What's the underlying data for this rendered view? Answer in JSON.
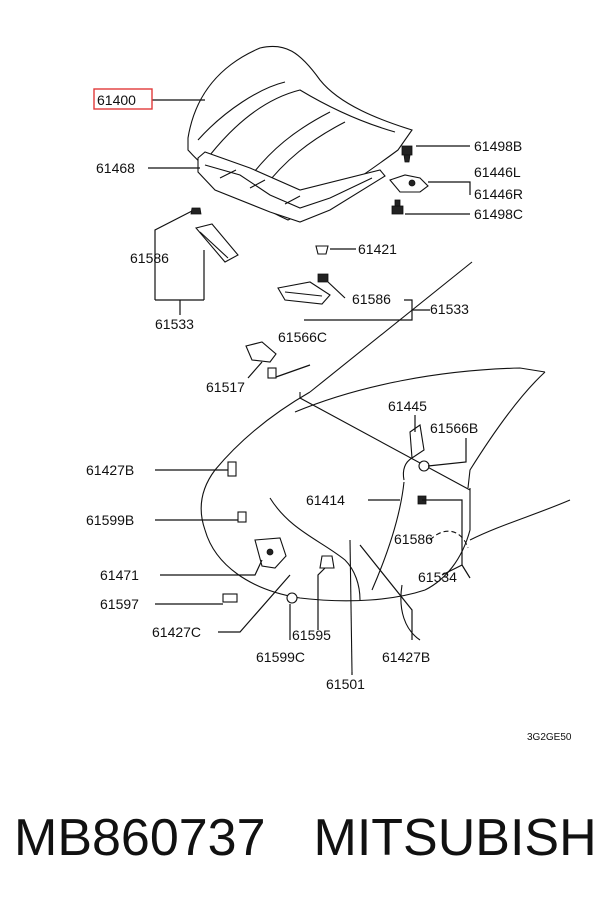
{
  "highlight_color": "#e23a3a",
  "labels": {
    "p61400": "61400",
    "p61468": "61468",
    "p61498B": "61498B",
    "p61446L": "61446L",
    "p61446R": "61446R",
    "p61498C": "61498C",
    "p61421": "61421",
    "p61586_a": "61586",
    "p61533_a": "61533",
    "p61586_b": "61586",
    "p61533_b": "61533",
    "p61566C_a": "61566C",
    "p61517": "61517",
    "p61445": "61445",
    "p61566B": "61566B",
    "p61427B_a": "61427B",
    "p61414": "61414",
    "p61599B": "61599B",
    "p61586_c": "61586",
    "p61471": "61471",
    "p61534": "61534",
    "p61597": "61597",
    "p61427C": "61427C",
    "p61595": "61595",
    "p61599C": "61599C",
    "p61427B_b": "61427B",
    "p61501": "61501",
    "diagram_code": "3G2GE50"
  },
  "caption": {
    "part_number": "MB860737",
    "brand": "MITSUBISHI"
  }
}
